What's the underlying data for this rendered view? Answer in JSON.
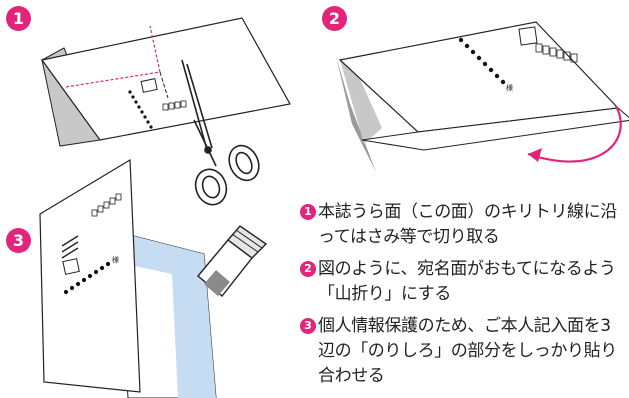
{
  "markers": [
    "1",
    "2",
    "3"
  ],
  "steps": [
    {
      "num": "1",
      "text": "本誌うら面（この面）のキリトリ線に沿ってはさみ等で切り取る"
    },
    {
      "num": "2",
      "text": "図のように、宛名面がおもてになるよう「山折り」にする"
    },
    {
      "num": "3",
      "text": "個人情報保護のため、ご本人記入面を3辺の「のりしろ」の部分をしっかり貼り合わせる"
    }
  ],
  "sama_char": "様",
  "colors": {
    "accent": "#e2257a",
    "paste_area": "#c6dcf3",
    "gray": "#c8c8c8"
  }
}
